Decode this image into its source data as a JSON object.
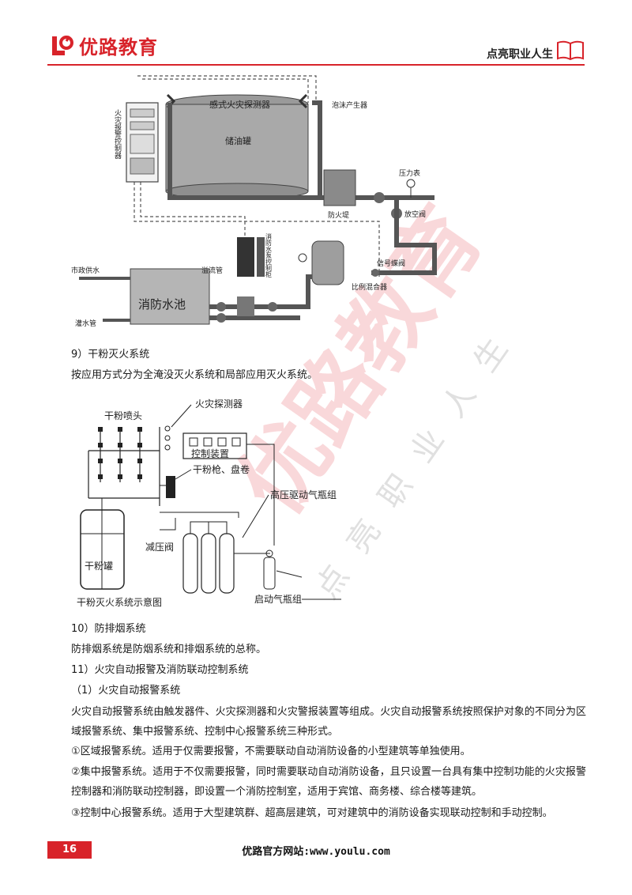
{
  "header": {
    "brand": "优路教育",
    "slogan": "点亮职业人生"
  },
  "watermark": {
    "text": "优路教育",
    "tagline": "点亮职业人生"
  },
  "figure1": {
    "detector": "感式火灾探测器",
    "tank": "储油罐",
    "foam": "泡沫产生器",
    "controller": "火灾报警控制器",
    "firedike": "防火堤",
    "pressure": "压力表",
    "drain": "放空阀",
    "pump_ctrl": "消防水泵控制柜",
    "signal_valve": "信号蝶阀",
    "mixer": "比例混合器",
    "city_water": "市政供水",
    "overflow": "溢流管",
    "pool": "消防水池",
    "fill": "灌水管"
  },
  "section9": {
    "title": "9）干粉灭火系统",
    "body": "按应用方式分为全淹没灭火系统和局部应用灭火系统。"
  },
  "figure2": {
    "nozzle": "干粉喷头",
    "detector": "火灾探测器",
    "control": "控制装置",
    "gun": "干粉枪、盘卷",
    "hp_bottles": "高压驱动气瓶组",
    "reducer": "减压阀",
    "tank": "干粉罐",
    "caption": "干粉灭火系统示意图",
    "starter": "启动气瓶组"
  },
  "section10": {
    "title": "10）防排烟系统",
    "body": "防排烟系统是防烟系统和排烟系统的总称。"
  },
  "section11": {
    "title": "11）火灾自动报警及消防联动控制系统",
    "sub": "（1）火灾自动报警系统",
    "p1": "火灾自动报警系统由触发器件、火灾探测器和火灾警报装置等组成。火灾自动报警系统按照保护对象的不同分为区域报警系统、集中报警系统、控制中心报警系统三种形式。",
    "p2": "①区域报警系统。适用于仅需要报警，不需要联动自动消防设备的小型建筑等单独使用。",
    "p3": "②集中报警系统。适用于不仅需要报警，同时需要联动自动消防设备，且只设置一台具有集中控制功能的火灾报警控制器和消防联动控制器，即设置一个消防控制室，适用于宾馆、商务楼、综合楼等建筑。",
    "p4": "③控制中心报警系统。适用于大型建筑群、超高层建筑，可对建筑中的消防设备实现联动控制和手动控制。"
  },
  "footer": {
    "page": "16",
    "site": "优路官方网站:www.youlu.com"
  }
}
